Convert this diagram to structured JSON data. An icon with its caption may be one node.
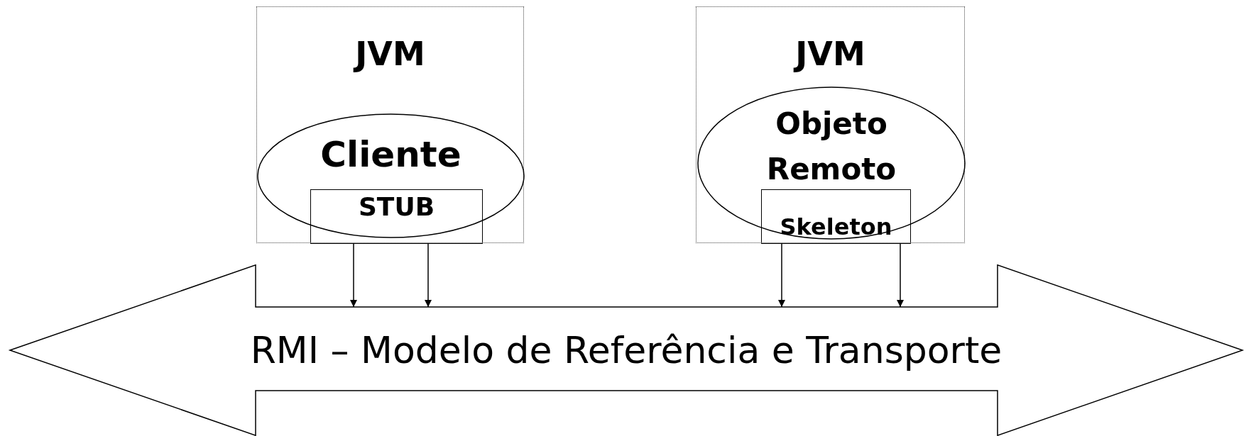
{
  "diagram": {
    "nodes": [
      {
        "text": [
          "JVM"
        ]
      },
      {
        "text": [
          "Cliente"
        ],
        "in": 0
      },
      {
        "text": [
          "STUB"
        ],
        "in": 0
      },
      {
        "text": [
          "JVM"
        ]
      },
      {
        "text": [
          "Objeto Remoto"
        ],
        "in": 3
      },
      {
        "text": [
          "Skeleton"
        ],
        "in": 3
      },
      {
        "text": [
          "RMI – Modelo de Referência e Transporte"
        ]
      }
    ],
    "edges": [
      {
        "from": 2,
        "to": 6,
        "arrow": "to"
      },
      {
        "from": 2,
        "to": 6,
        "arrow": "to"
      },
      {
        "from": 5,
        "to": 6,
        "arrow": "to"
      },
      {
        "from": 5,
        "to": 6,
        "arrow": "to"
      }
    ]
  }
}
